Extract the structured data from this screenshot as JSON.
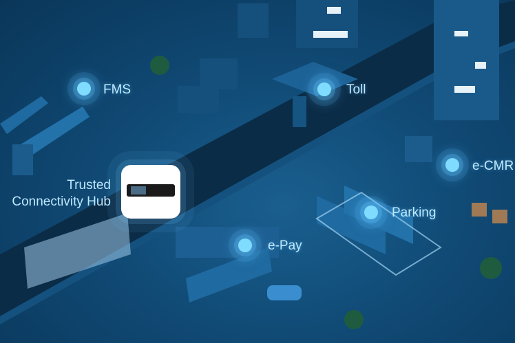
{
  "labels": {
    "fms": "FMS",
    "toll": "Toll",
    "ecmr": "e-CMR",
    "parking": "Parking",
    "epay": "e-Pay",
    "hub_line1": "Trusted",
    "hub_line2": "Connectivity Hub"
  },
  "colors": {
    "background": "#104a75",
    "road": "#0b2c47",
    "glow": "#7fdcff",
    "label": "#bfe9ff",
    "device_card": "#ffffff"
  }
}
